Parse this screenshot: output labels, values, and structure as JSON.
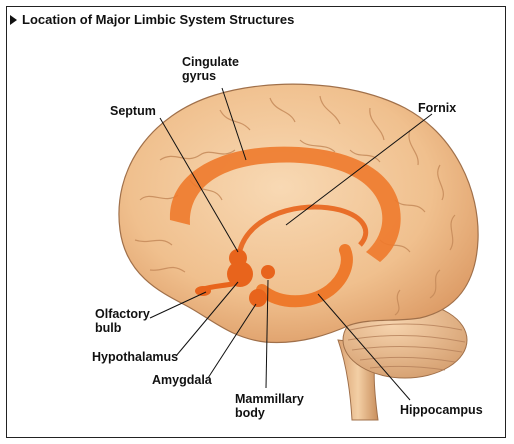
{
  "title": "Location of Major Limbic System Structures",
  "labels": {
    "cingulate_gyrus": [
      "Cingulate",
      "gyrus"
    ],
    "septum": "Septum",
    "fornix": "Fornix",
    "olfactory_bulb": [
      "Olfactory",
      "bulb"
    ],
    "hypothalamus": "Hypothalamus",
    "amygdala": "Amygdala",
    "mammillary_body": [
      "Mammillary",
      "body"
    ],
    "hippocampus": "Hippocampus"
  },
  "colors": {
    "brain_tissue": "#f2c79a",
    "limbic_structures": "#ee7a2c",
    "outline": "#a0704a"
  }
}
